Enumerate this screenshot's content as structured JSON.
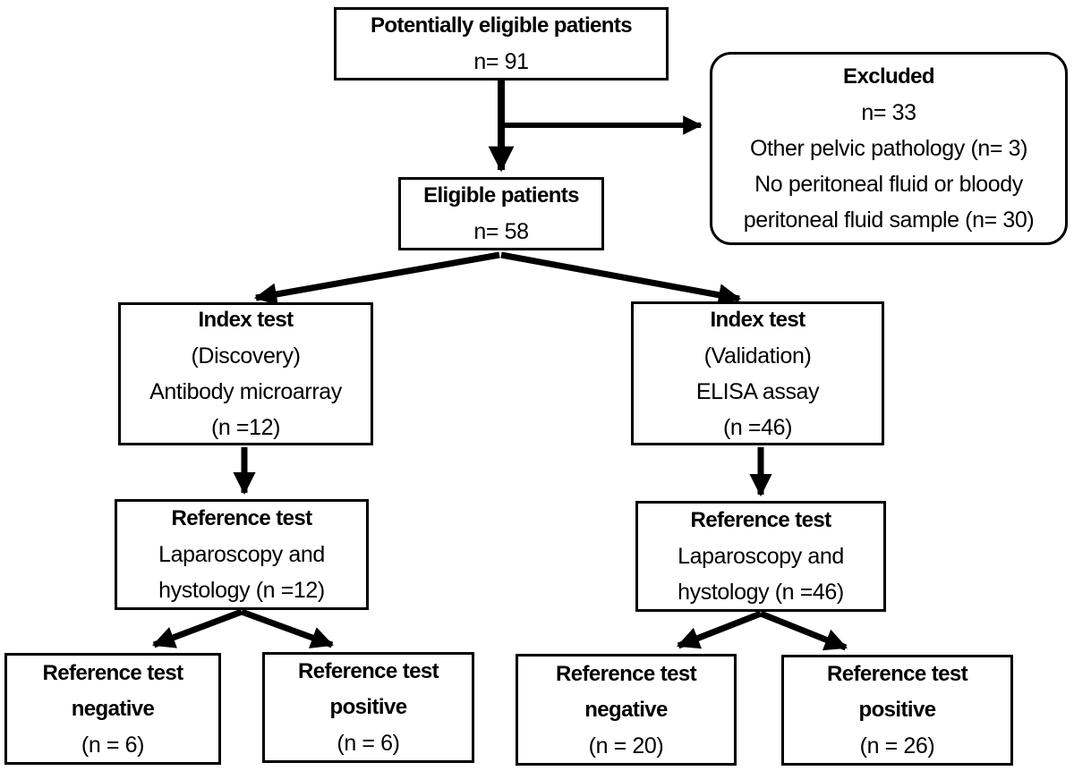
{
  "boxes": {
    "potentially_eligible": {
      "title": "Potentially eligible patients",
      "lines": [
        "n= 91"
      ]
    },
    "excluded": {
      "title": "Excluded",
      "lines": [
        "n= 33",
        "Other pelvic pathology (n= 3)",
        "No peritoneal fluid or bloody",
        "peritoneal fluid sample (n= 30)"
      ]
    },
    "eligible": {
      "title": "Eligible patients",
      "lines": [
        "n= 58"
      ]
    },
    "index_discovery": {
      "title": "Index test",
      "lines": [
        "(Discovery)",
        "Antibody microarray",
        "(n =12)"
      ]
    },
    "index_validation": {
      "title": "Index test",
      "lines": [
        "(Validation)",
        "ELISA assay",
        "(n =46)"
      ]
    },
    "reference_discovery": {
      "title": "Reference test",
      "lines": [
        "Laparoscopy and",
        "hystology (n =12)"
      ]
    },
    "reference_validation": {
      "title": "Reference test",
      "lines": [
        "Laparoscopy and",
        "hystology (n =46)"
      ]
    },
    "ref_negative_discovery": {
      "bold_lines": [
        "Reference test",
        "negative"
      ],
      "lines": [
        "(n = 6)"
      ]
    },
    "ref_positive_discovery": {
      "bold_lines": [
        "Reference test",
        "positive"
      ],
      "lines": [
        "(n = 6)"
      ]
    },
    "ref_negative_validation": {
      "bold_lines": [
        "Reference test",
        "negative"
      ],
      "lines": [
        "(n = 20)"
      ]
    },
    "ref_positive_validation": {
      "bold_lines": [
        "Reference test",
        "positive"
      ],
      "lines": [
        "(n = 26)"
      ]
    }
  },
  "colors": {
    "stroke": "#000000",
    "background": "#ffffff",
    "text": "#000000"
  }
}
